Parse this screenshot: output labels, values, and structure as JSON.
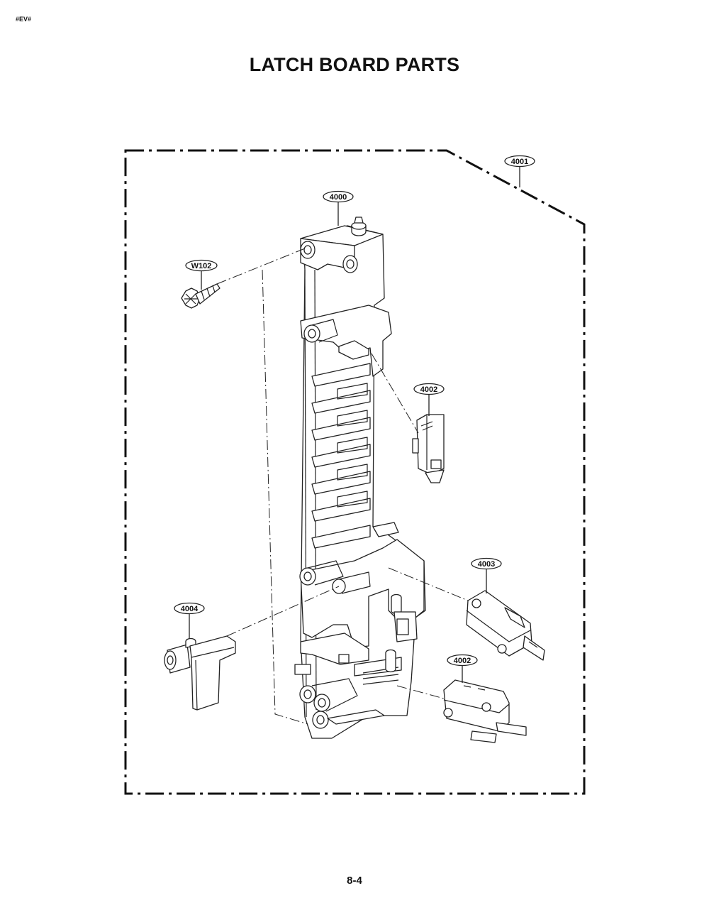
{
  "header": {
    "corner_tag": "#EV#"
  },
  "title": "LATCH BOARD PARTS",
  "page_number": "8-4",
  "callouts": {
    "c4000": "4000",
    "c4001": "4001",
    "cW102": "W102",
    "c4002a": "4002",
    "c4003": "4003",
    "c4004": "4004",
    "c4002b": "4002"
  },
  "colors": {
    "ink": "#222222",
    "background": "#ffffff"
  }
}
